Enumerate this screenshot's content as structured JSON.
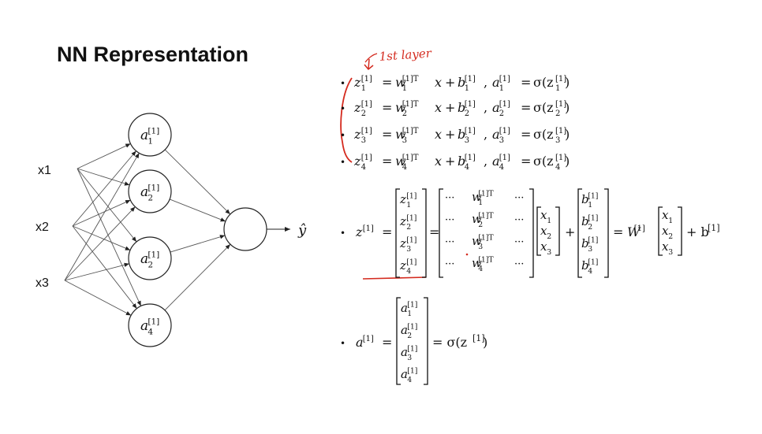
{
  "slide_title": "NN Representation",
  "annotation": "1st layer",
  "network": {
    "inputs": [
      "x1",
      "x2",
      "x3"
    ],
    "hidden_nodes": [
      {
        "base": "a",
        "sup": "[1]",
        "sub": "1"
      },
      {
        "base": "a",
        "sup": "[1]",
        "sub": "2"
      },
      {
        "base": "a",
        "sup": "[1]",
        "sub": "2"
      },
      {
        "base": "a",
        "sup": "[1]",
        "sub": "4"
      }
    ],
    "output_label": "ŷ"
  },
  "equations": {
    "i_labels": [
      "1",
      "2",
      "3",
      "4"
    ],
    "sup": "[1]",
    "sup_T": "[1]T",
    "z": "z",
    "w": "w",
    "x": "x",
    "b": "b",
    "a": "a",
    "sigma": "σ(z",
    "eq": "=",
    "plus": "+",
    "comma": ",",
    "close_paren": ")"
  },
  "vector_eq": {
    "lhs_base": "z",
    "lhs_sup": "[1]",
    "dots": "···",
    "x_vec": [
      "1",
      "2",
      "3"
    ],
    "W": "W",
    "W_sup": "[1]",
    "b_plain": "+ b",
    "b_sup": "[1]"
  },
  "activation_eq": {
    "lhs_base": "a",
    "lhs_sup": "[1]",
    "rhs": "= σ(z",
    "rhs_sup": "[1]",
    "rhs_close": ")"
  },
  "bullet": "•",
  "colors": {
    "ink": "#111111",
    "annotation": "#d42a1e",
    "background": "#ffffff"
  }
}
